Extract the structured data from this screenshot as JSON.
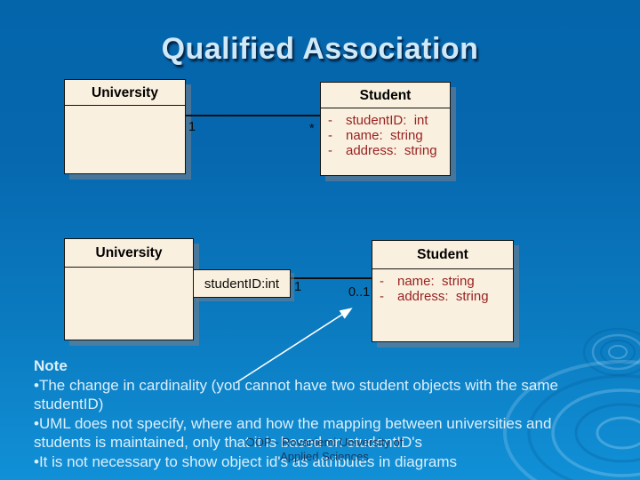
{
  "slide": {
    "title": "Qualified Association",
    "footer": {
      "line1": "OOP - Rovaniemi University of",
      "line2": "Applied Sciences"
    }
  },
  "uml": {
    "attribute_prefix": "-",
    "top": {
      "left_class_name": "University",
      "right_class_name": "Student",
      "right_attributes": [
        "studentID:  int",
        "name:  string",
        "address:  string"
      ],
      "left_multiplicity": "1",
      "right_multiplicity": "*"
    },
    "bottom": {
      "left_class_name": "University",
      "qualifier_label": "studentID:int",
      "right_class_name": "Student",
      "right_attributes": [
        "name:  string",
        "address:  string"
      ],
      "left_multiplicity": "1",
      "right_multiplicity": "0..1"
    }
  },
  "note": {
    "heading": "Note",
    "bullet_char": "•",
    "bullets": [
      "The change in cardinality (you cannot have two student objects with the same studentID)",
      "UML does not specify, where and how the mapping between universities and students is maintained, only that it is based on studentID's",
      "It is not necessary to show object id's as attributes in diagrams"
    ]
  },
  "colors": {
    "background_top": "#0465ab",
    "background_bottom": "#1190d7",
    "class_box_fill": "#faf0df",
    "class_box_border": "#141414",
    "attribute_text": "#982222",
    "title_text": "#cfe9f9",
    "note_text": "#dceffa",
    "footer_text": "#17395f",
    "annotation_arrow": "#ffffff"
  }
}
